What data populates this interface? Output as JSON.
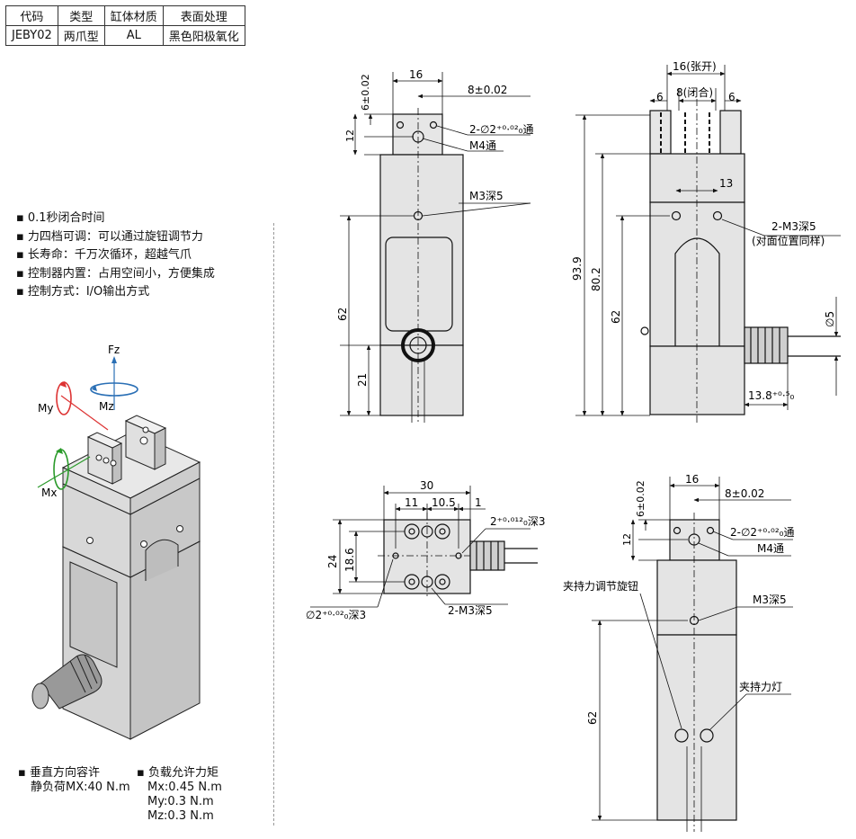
{
  "spec_table": {
    "headers": [
      "代码",
      "类型",
      "缸体材质",
      "表面处理"
    ],
    "row": [
      "JEBY02",
      "两爪型",
      "AL",
      "黑色阳极氧化"
    ]
  },
  "features": [
    "0.1秒闭合时间",
    "力四档可调：可以通过旋钮调节力",
    "长寿命：千万次循环，超越气爪",
    "控制器内置：占用空间小，方便集成",
    "控制方式：I/O输出方式"
  ],
  "axes": {
    "fz": "Fz",
    "my": "My",
    "mz": "Mz",
    "mx": "Mx"
  },
  "load": {
    "static_title": "垂直方向容许",
    "static_value": "静负荷MX:40 N.m",
    "moment_title": "负载允许力矩",
    "mx": "Mx:0.45 N.m",
    "my": "My:0.3 N.m",
    "mz": "Mz:0.3 N.m"
  },
  "front_view": {
    "w16": "16",
    "w8": "8±0.02",
    "h6": "6±0.02",
    "h12": "12",
    "hole1": "2-∅2⁺⁰·⁰²₀通",
    "m4": "M4通",
    "m3": "M3深5",
    "h62": "62",
    "h21": "21"
  },
  "side_view": {
    "open": "16(张开)",
    "closed": "8(闭合)",
    "s6a": "6",
    "s6b": "6",
    "w13": "13",
    "m3": "2-M3深5",
    "m3_note": "(对面位置同样)",
    "h939": "93.9",
    "h802": "80.2",
    "h62": "62",
    "dia5": "∅5",
    "w138": "13.8⁺⁰·⁵₀"
  },
  "top_view": {
    "w30": "30",
    "w11": "11",
    "w105": "10.5",
    "w1": "1",
    "h24": "24",
    "h186": "18.6",
    "pin": "2⁺⁰·⁰¹²₀深3",
    "pin2": "∅2⁺⁰·⁰²₀深3",
    "m3": "2-M3深5"
  },
  "back_view": {
    "w16": "16",
    "w8": "8±0.02",
    "h6": "6±0.02",
    "h12": "12",
    "hole1": "2-∅2⁺⁰·⁰²₀通",
    "m4": "M4通",
    "knob": "夹持力调节旋钮",
    "m3": "M3深5",
    "lamp": "夹持力灯",
    "h62": "62"
  },
  "colors": {
    "line": "#111111",
    "dim": "#222222",
    "body": "#d9d9d9",
    "body_dark": "#bdbdbd"
  }
}
